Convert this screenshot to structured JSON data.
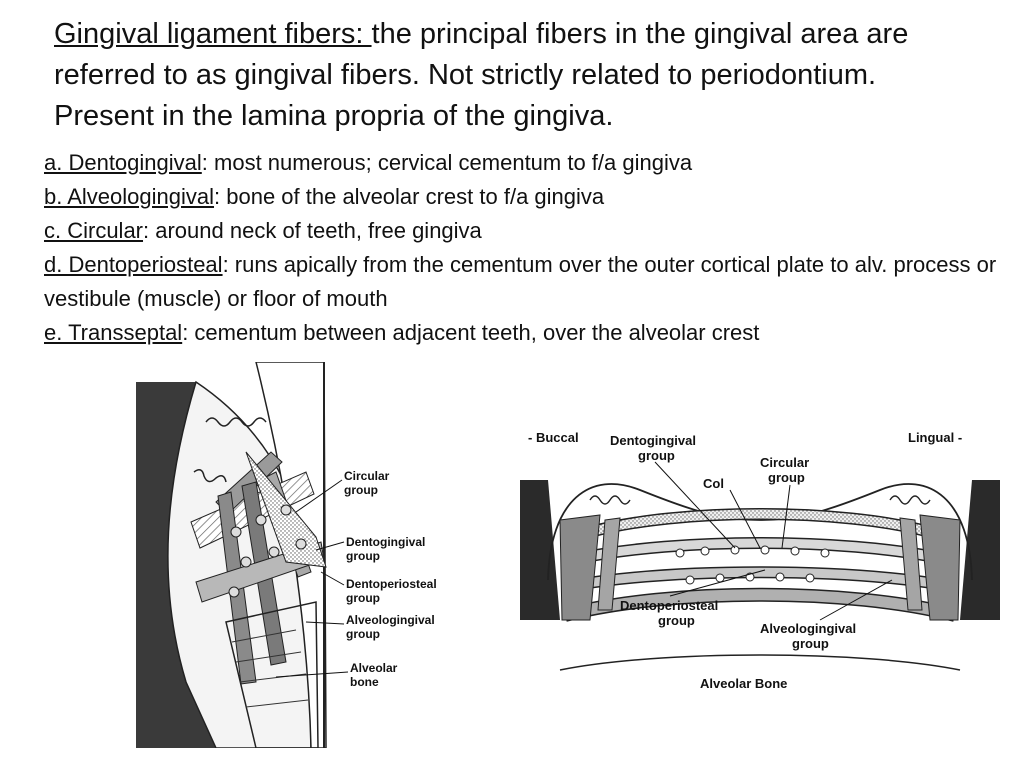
{
  "intro": {
    "term": "Gingival ligament fibers: ",
    "text": "the principal fibers in the gingival area are referred to as gingival fibers. Not strictly related to periodontium. Present in the lamina propria of the gingiva."
  },
  "definitions": [
    {
      "term": "a. Dentogingival",
      "text": ": most numerous; cervical cementum to f/a gingiva"
    },
    {
      "term": "b. Alveologingival",
      "text": ": bone of the alveolar crest to f/a gingiva"
    },
    {
      "term": "c. Circular",
      "text": ": around neck of teeth, free gingiva"
    },
    {
      "term": "d. Dentoperiosteal",
      "text": ": runs apically from the cementum over the outer cortical plate to alv. process or vestibule (muscle) or floor of mouth"
    },
    {
      "term": "e. Transseptal",
      "text": ": cementum between adjacent teeth, over the alveolar crest"
    }
  ],
  "figure_left": {
    "labels": {
      "circular_1": "Circular",
      "circular_2": "group",
      "dentogingival_1": "Dentogingival",
      "dentogingival_2": "group",
      "dentoperiosteal_1": "Dentoperiosteal",
      "dentoperiosteal_2": "group",
      "alveologingival_1": "Alveologingival",
      "alveologingival_2": "group",
      "alveolar_1": "Alveolar",
      "alveolar_2": "bone"
    }
  },
  "figure_right": {
    "labels": {
      "buccal": "- Buccal",
      "lingual": "Lingual -",
      "dentogingival_1": "Dentogingival",
      "dentogingival_2": "group",
      "col": "Col",
      "circular_1": "Circular",
      "circular_2": "group",
      "dentoperiosteal_1": "Dentoperiosteal",
      "dentoperiosteal_2": "group",
      "alveologingival_1": "Alveologingival",
      "alveologingival_2": "group",
      "alveolar_bone": "Alveolar Bone"
    }
  }
}
